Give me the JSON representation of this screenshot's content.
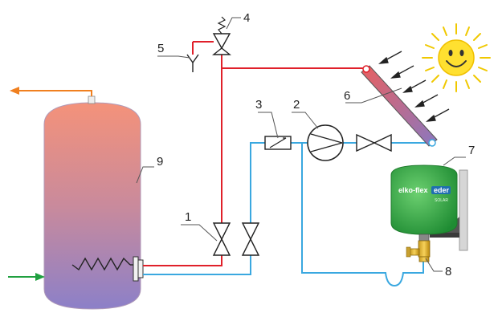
{
  "labels": {
    "n1": "1",
    "n2": "2",
    "n3": "3",
    "n4": "4",
    "n5": "5",
    "n6": "6",
    "n7": "7",
    "n8": "8",
    "n9": "9"
  },
  "vessel": {
    "brand": "elko-flex",
    "badge": "eder",
    "volume": "SOLAR"
  },
  "colors": {
    "hot_pipe": "#e0202a",
    "cold_pipe": "#3aa8e0",
    "hot_outlet_arrow": "#f08020",
    "cold_inlet_arrow": "#20a040",
    "tank_top": "#f4927a",
    "tank_bottom": "#8f82c8",
    "vessel_green": "#3cb54a",
    "sun": "#ffe030"
  },
  "icons": {
    "sun": "smiling-sun-icon",
    "collector": "solar-collector-icon",
    "pump": "circulation-pump-icon",
    "check_valve": "check-valve-icon",
    "safety_valve": "safety-valve-icon"
  }
}
